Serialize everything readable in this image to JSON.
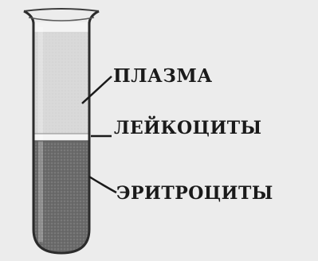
{
  "labels": {
    "plasma": "ПЛАЗМА",
    "leukocytes": "ЛЕЙКОЦИТЫ",
    "erythrocytes": "ЭРИТРОЦИТЫ"
  },
  "colors": {
    "background": "#ececec",
    "plasma": "#dcdcdc",
    "erythrocytes": "#6f6f6f",
    "tube_outline": "#2b2b2b",
    "leader_line": "#1a1a1a"
  }
}
